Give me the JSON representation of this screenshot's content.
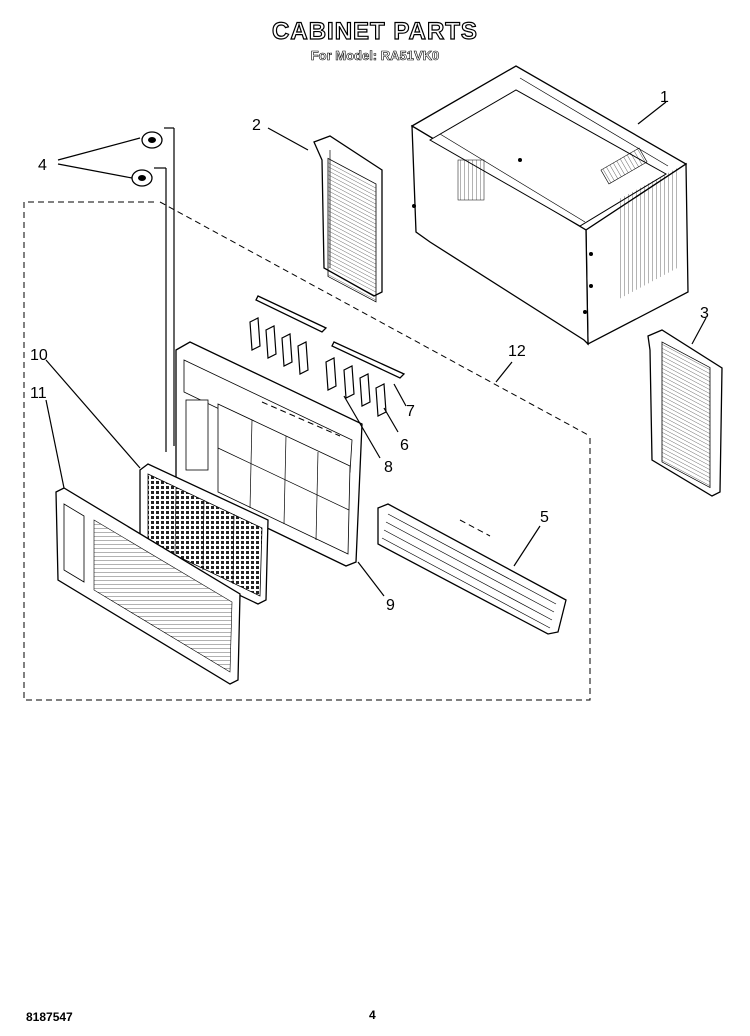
{
  "header": {
    "title": "CABINET PARTS",
    "subtitle": "For Model: RA51VK0"
  },
  "footer": {
    "doc_number": "8187547",
    "page_number": "4"
  },
  "callouts": [
    {
      "id": "1",
      "label": "1"
    },
    {
      "id": "2",
      "label": "2"
    },
    {
      "id": "3",
      "label": "3"
    },
    {
      "id": "4",
      "label": "4"
    },
    {
      "id": "5",
      "label": "5"
    },
    {
      "id": "6",
      "label": "6"
    },
    {
      "id": "7",
      "label": "7"
    },
    {
      "id": "8",
      "label": "8"
    },
    {
      "id": "9",
      "label": "9"
    },
    {
      "id": "10",
      "label": "10"
    },
    {
      "id": "11",
      "label": "11"
    },
    {
      "id": "12",
      "label": "12"
    }
  ]
}
